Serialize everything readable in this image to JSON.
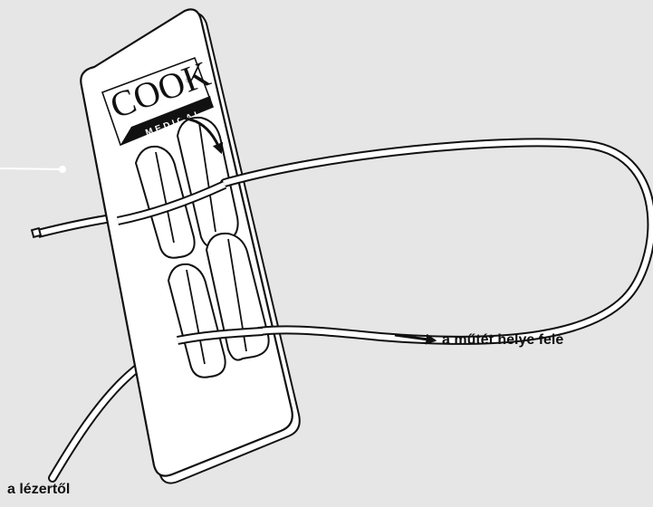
{
  "logo": {
    "brand": "COOK",
    "sub": "MEDICAL",
    "registered": "®"
  },
  "labels": {
    "to_surgical_site": "a műtét helye felé",
    "from_laser": "a lézertől"
  },
  "colors": {
    "background": "#e6e6e6",
    "line": "#111111",
    "white": "#ffffff",
    "leader_line": "#ffffff"
  },
  "icons": {
    "arrow_to_site": "right-arrow-icon",
    "arrow_on_card": "curved-arrow-icon"
  }
}
